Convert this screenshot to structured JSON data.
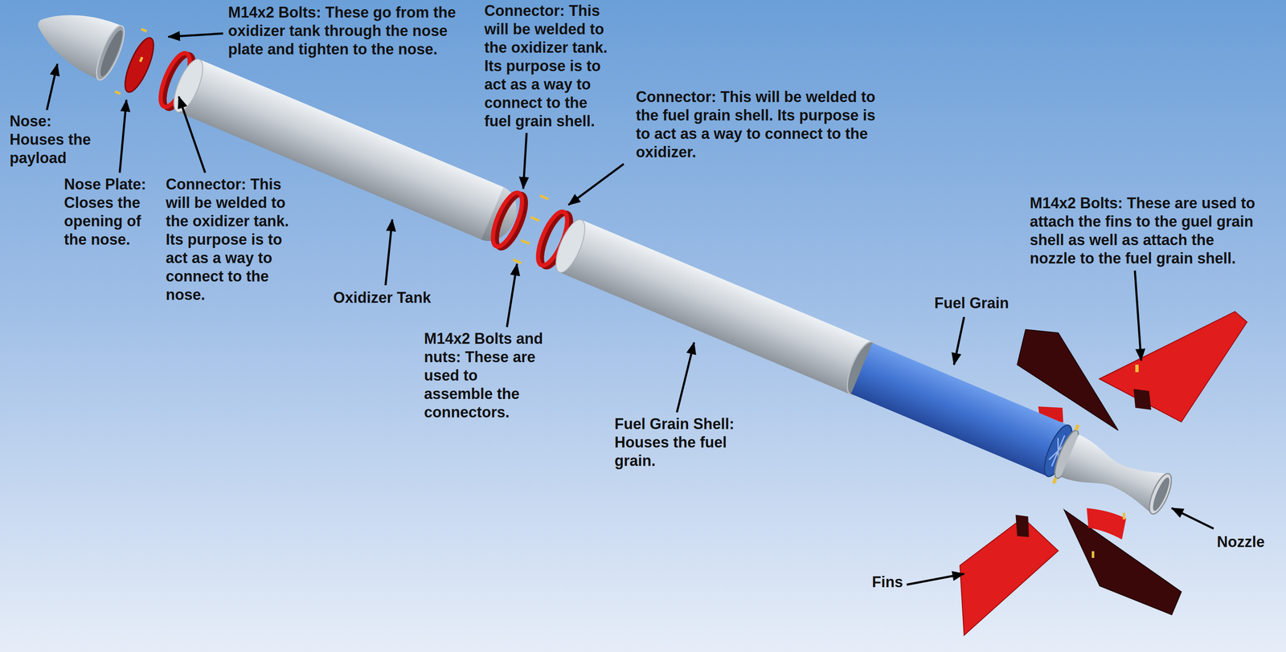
{
  "diagram": {
    "labels": [
      "M14x2 Bolts: These go from the oxidizer tank through the nose plate and tighten to the nose.",
      "Connector: This will be welded to the oxidizer tank. Its purpose is to act as a way to connect to the fuel grain shell.",
      "Connector: This will be welded to the fuel grain shell. Its purpose is to act as a way to connect to the oxidizer.",
      "Nose: Houses the payload",
      "Nose Plate: Closes the opening of the nose.",
      "Connector: This will be welded to the oxidizer tank. Its purpose is to act as a way to connect to the nose.",
      "Oxidizer Tank",
      "M14x2 Bolts and nuts: These are used to assemble the connectors.",
      "Fuel Grain Shell: Houses the fuel grain.",
      "Fuel Grain",
      "M14x2 Bolts: These are used to attach the fins to the guel grain shell as well as attach the nozzle to the fuel grain shell.",
      "Nozzle",
      "Fins"
    ]
  }
}
